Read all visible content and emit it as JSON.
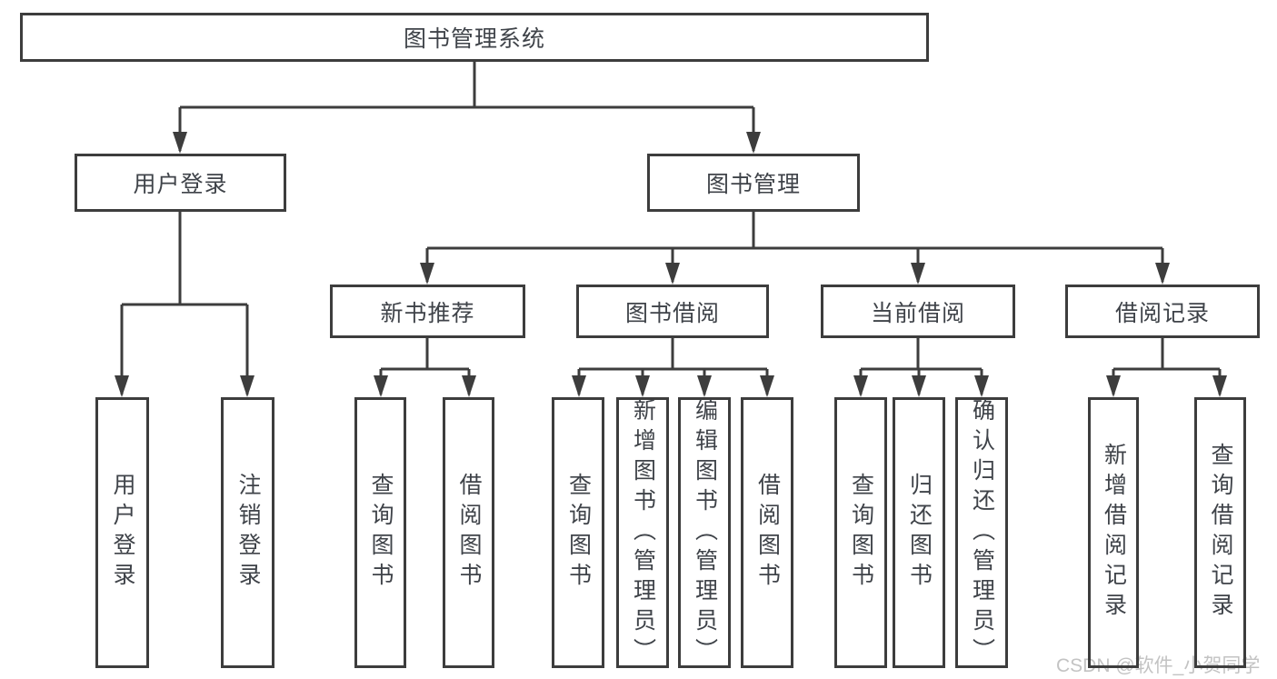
{
  "tree": {
    "label": "图书管理系统",
    "children": [
      {
        "label": "用户登录",
        "children": [
          {
            "label": "用户登录"
          },
          {
            "label": "注销登录"
          }
        ]
      },
      {
        "label": "图书管理",
        "children": [
          {
            "label": "新书推荐",
            "children": [
              {
                "label": "查询图书"
              },
              {
                "label": "借阅图书"
              }
            ]
          },
          {
            "label": "图书借阅",
            "children": [
              {
                "label": "查询图书"
              },
              {
                "label": "新增图书（管理员）"
              },
              {
                "label": "编辑图书（管理员）"
              },
              {
                "label": "借阅图书"
              }
            ]
          },
          {
            "label": "当前借阅",
            "children": [
              {
                "label": "查询图书"
              },
              {
                "label": "归还图书"
              },
              {
                "label": "确认归还（管理员）"
              }
            ]
          },
          {
            "label": "借阅记录",
            "children": [
              {
                "label": "新增借阅记录"
              },
              {
                "label": "查询借阅记录"
              }
            ]
          }
        ]
      }
    ]
  },
  "watermark": "CSDN @软件_小贺同学",
  "colors": {
    "line": "#3d3d3d",
    "text": "#3f4349",
    "box_background": "#ffffff",
    "watermark": "#c3c3c3",
    "page_background": "#ffffff"
  }
}
